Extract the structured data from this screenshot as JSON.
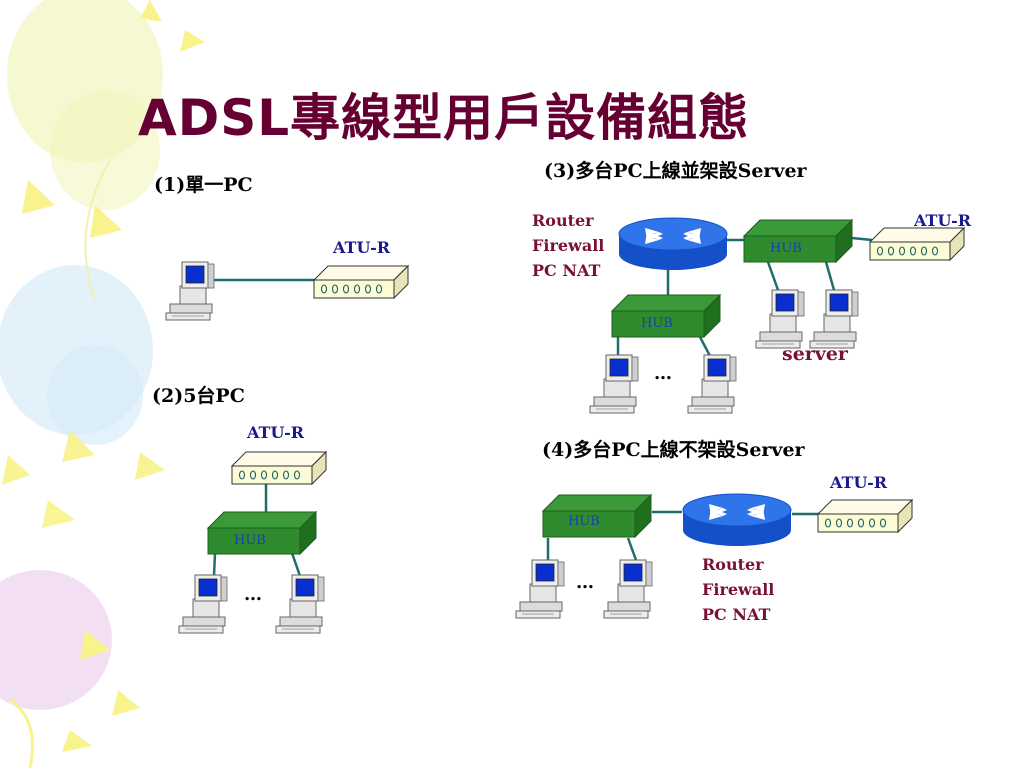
{
  "title": "ADSL專線型用戶設備組態",
  "sections": {
    "s1": {
      "label": "(1)單一PC",
      "atu": "ATU-R"
    },
    "s2": {
      "label": "(2)5台PC",
      "atu": "ATU-R",
      "hub": "HUB",
      "ellipsis": "…"
    },
    "s3": {
      "label": "(3)多台PC上線並架設Server",
      "atu": "ATU-R",
      "hub_top": "HUB",
      "hub_bottom": "HUB",
      "router_lines": [
        "Router",
        "Firewall",
        "PC NAT"
      ],
      "server": "server",
      "ellipsis": "…"
    },
    "s4": {
      "label": "(4)多台PC上線不架設Server",
      "atu": "ATU-R",
      "hub": "HUB",
      "router_lines": [
        "Router",
        "Firewall",
        "PC NAT"
      ],
      "ellipsis": "…"
    }
  },
  "colors": {
    "title": "#660033",
    "hub": "#2e8b2e",
    "router": "#1f5fd6",
    "atu_body": "#fbfbd6",
    "cable": "#1f6e6e",
    "monitor_screen": "#0a2fd0",
    "label_maroon": "#7a1032",
    "atu_label": "#1a1a8c"
  }
}
